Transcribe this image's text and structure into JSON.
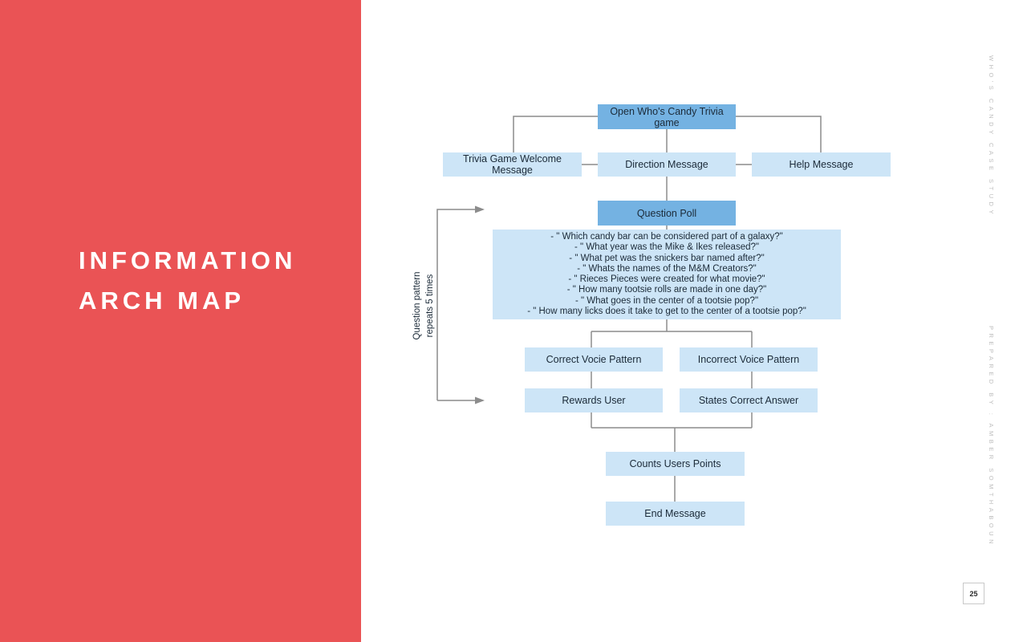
{
  "theme": {
    "accent": "#EA5355",
    "primary_box": "#74B2E2",
    "secondary_box": "#CDE5F7",
    "connector": "#8C8C8C",
    "side_text": "#BDBDBD",
    "box_text": "#1B2A38"
  },
  "title_panel": {
    "line1": "INFORMATION",
    "line2": "ARCH MAP"
  },
  "side_texts": {
    "top": "WHO'S CANDY CASE STUDY",
    "bottom": "PREPARED BY : AMBER SOMTHABOUN"
  },
  "page_number": "25",
  "flowchart": {
    "loop_label": {
      "line1": "Question pattern",
      "line2": "repeats 5 times"
    },
    "nodes": {
      "open": "Open Who's Candy Trivia game",
      "welcome": "Trivia Game Welcome Message",
      "direction": "Direction Message",
      "help": "Help Message",
      "question_poll": "Question Poll",
      "correct_voice": "Correct Vocie Pattern",
      "incorrect_voice": "Incorrect Voice Pattern",
      "rewards": "Rewards User",
      "states_correct": "States Correct Answer",
      "counts_points": "Counts Users Points",
      "end_message": "End Message"
    },
    "questions": [
      "- \" Which candy bar can be considered part of a galaxy?\"",
      "- \" What year was the Mike & Ikes released?\"",
      "- \" What pet was the snickers bar named after?\"",
      "- \" Whats the names of the M&M Creators?\"",
      "- \" Rieces Pieces were created for what movie?\"",
      "- \" How many tootsie rolls are made in one day?\"",
      "- \" What goes in the center of a tootsie pop?\"",
      "- \" How many licks does it take to get to the center of a tootsie pop?\""
    ]
  }
}
